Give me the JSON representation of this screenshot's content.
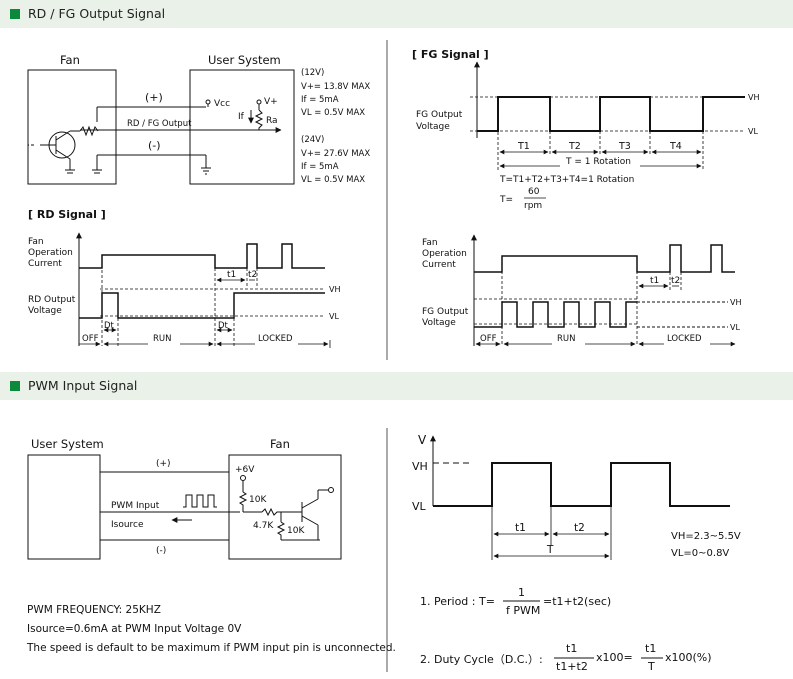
{
  "sections": {
    "rd_fg_title": "RD / FG Output Signal",
    "pwm_title": "PWM Input Signal"
  },
  "circuit_top": {
    "fan_label": "Fan",
    "user_system_label": "User System",
    "plus_label": "(+)",
    "minus_label": "(-)",
    "rd_fg_output_label": "RD / FG Output",
    "vcc_label": "Vcc",
    "vplus_label": "V+",
    "if_label": "If",
    "ra_label": "Ra",
    "spec_12v": [
      "(12V)",
      "V+= 13.8V MAX",
      "If  = 5mA",
      "VL = 0.5V MAX"
    ],
    "spec_24v": [
      "(24V)",
      "V+= 27.6V MAX",
      "If  = 5mA",
      "VL = 0.5V MAX"
    ]
  },
  "fg_signal": {
    "title": "[ FG Signal ]",
    "fg_output_voltage": [
      "FG Output",
      "Voltage"
    ],
    "vh": "VH",
    "vl": "VL",
    "t_labels": [
      "T1",
      "T2",
      "T3",
      "T4"
    ],
    "rotation_label": "T = 1 Rotation",
    "sum_formula": "T=T1+T2+T3+T4=1 Rotation",
    "t_eq": "T=",
    "t_num": "60",
    "t_den": "rpm"
  },
  "rd_signal": {
    "title": "[ RD Signal ]",
    "fan_operation_current": [
      "Fan",
      "Operation",
      "Current"
    ],
    "rd_output_voltage": [
      "RD Output",
      "Voltage"
    ],
    "vh": "VH",
    "vl": "VL",
    "t1": "t1",
    "t2": "t2",
    "dt": "Dt",
    "off": "OFF",
    "run": "RUN",
    "locked": "LOCKED"
  },
  "fg_timing": {
    "fan_operation_current": [
      "Fan",
      "Operation",
      "Current"
    ],
    "fg_output_voltage": [
      "FG Output",
      "Voltage"
    ],
    "vh": "VH",
    "vl": "VL",
    "t1": "t1",
    "t2": "t2",
    "off": "OFF",
    "run": "RUN",
    "locked": "LOCKED"
  },
  "pwm_circuit": {
    "user_system_label": "User System",
    "fan_label": "Fan",
    "plus_label": "(+)",
    "minus_label": "(-)",
    "v6_label": "+6V",
    "pwm_input_label": "PWM Input",
    "isource_label": "Isource",
    "r10k_a": "10K",
    "r47k": "4.7K",
    "r10k_b": "10K"
  },
  "pwm_notes": [
    "PWM FREQUENCY: 25KHZ",
    "Isource=0.6mA at PWM Input Voltage 0V",
    "The speed is default to be maximum if PWM input pin is unconnected."
  ],
  "pwm_wave": {
    "v_label": "V",
    "vh_label": "VH",
    "vl_label": "VL",
    "t1": "t1",
    "t2": "t2",
    "t": "T",
    "vh_spec": "VH=2.3~5.5V",
    "vl_spec": "VL=0~0.8V"
  },
  "formulas": {
    "period_prefix": "1. Period : T=",
    "period_num": "1",
    "period_den": "f PWM",
    "period_suffix": "=t1+t2(sec)",
    "duty_prefix": "2. Duty Cycle（D.C.）:",
    "duty_num1": "t1",
    "duty_den1": "t1+t2",
    "duty_mid": "x100=",
    "duty_num2": "t1",
    "duty_den2": "T",
    "duty_suffix": "x100(%)"
  }
}
